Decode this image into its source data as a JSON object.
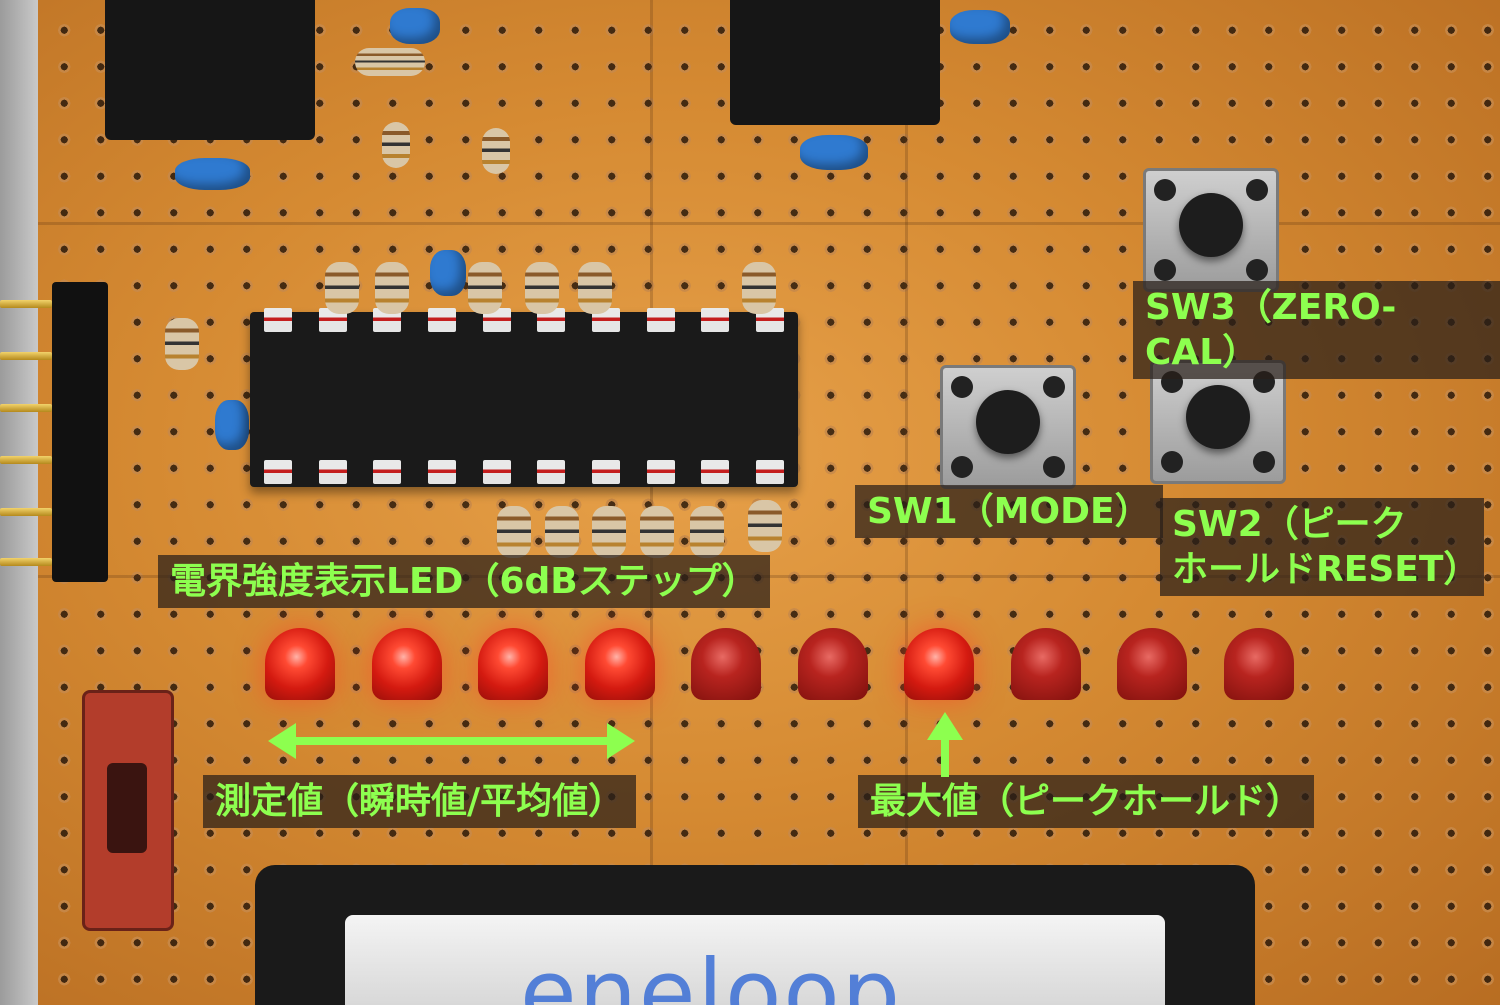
{
  "labels": {
    "sw3": "SW3（ZERO-CAL）",
    "sw1": "SW1（MODE）",
    "sw2_line1": "SW2（ピーク",
    "sw2_line2": "ホールドRESET）",
    "led_bar": "電界強度表示LED（6dBステップ）",
    "measured": "測定値（瞬時値/平均値）",
    "peak": "最大値（ピークホールド）"
  },
  "battery_text": "eneloop",
  "leds": {
    "total": 10,
    "lit_indices": [
      0,
      1,
      2,
      3,
      6
    ]
  },
  "colors": {
    "label_text": "#8dff4f",
    "board": "#d58a32",
    "led_on": "#ff4a33"
  }
}
